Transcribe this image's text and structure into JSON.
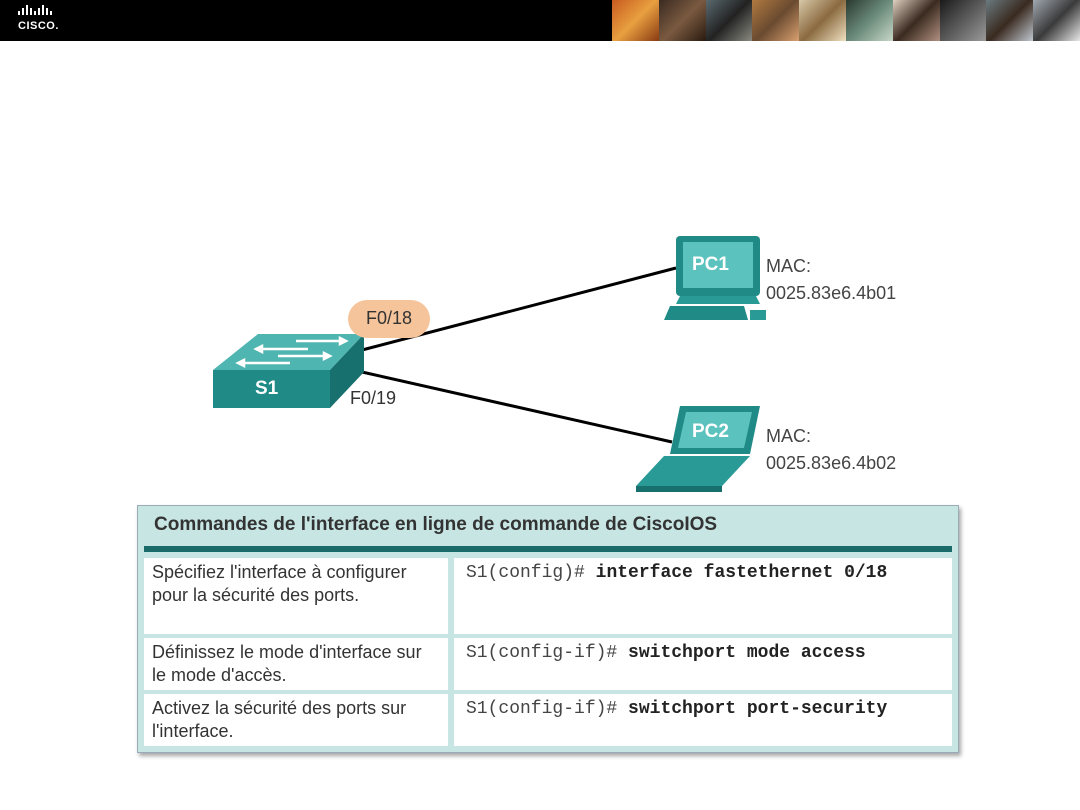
{
  "header": {
    "logo_text": "CISCO."
  },
  "diagram": {
    "switch_label": "S1",
    "port_highlight": "F0/18",
    "port_other": "F0/19",
    "pc1": {
      "label": "PC1",
      "mac_title": "MAC:",
      "mac": "0025.83e6.4b01"
    },
    "pc2": {
      "label": "PC2",
      "mac_title": "MAC:",
      "mac": "0025.83e6.4b02"
    }
  },
  "table": {
    "title": "Commandes de l'interface en ligne de commande de CiscoIOS",
    "rows": [
      {
        "desc": "Spécifiez l'interface à configurer pour la sécurité des ports.",
        "prompt": "S1(config)#",
        "command": "interface fastethernet 0/18"
      },
      {
        "desc": "Définissez le mode d'interface sur le mode d'accès.",
        "prompt": "S1(config-if)#",
        "command": "switchport mode access"
      },
      {
        "desc": "Activez la sécurité des ports sur l'interface.",
        "prompt": "S1(config-if)#",
        "command": "switchport port-security"
      }
    ]
  },
  "colors": {
    "teal_device": "#2a9a96",
    "teal_dark": "#1b6a6a",
    "table_bg": "#c6e5e3",
    "port_pill": "#f5c49a"
  }
}
